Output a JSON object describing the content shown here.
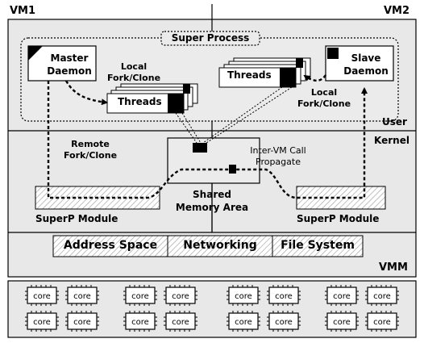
{
  "vm1": "VM1",
  "vm2": "VM2",
  "super_process": "Super Process",
  "master_daemon": [
    "Master",
    "Daemon"
  ],
  "slave_daemon": [
    "Slave",
    "Daemon"
  ],
  "local_fork_left": [
    "Local",
    "Fork/Clone"
  ],
  "local_fork_right": [
    "Local",
    "Fork/Clone"
  ],
  "threads_left": "Threads",
  "threads_right": "Threads",
  "user": "User",
  "kernel": "Kernel",
  "remote_fork": [
    "Remote",
    "Fork/Clone"
  ],
  "intervm": [
    "Inter-VM Call",
    "Propagate"
  ],
  "shared_memory": [
    "Shared",
    "Memory Area"
  ],
  "superp_left": "SuperP Module",
  "superp_right": "SuperP Module",
  "address_space": "Address Space",
  "networking": "Networking",
  "file_system": "File System",
  "vmm": "VMM",
  "core_label": "core",
  "core_count": 16
}
